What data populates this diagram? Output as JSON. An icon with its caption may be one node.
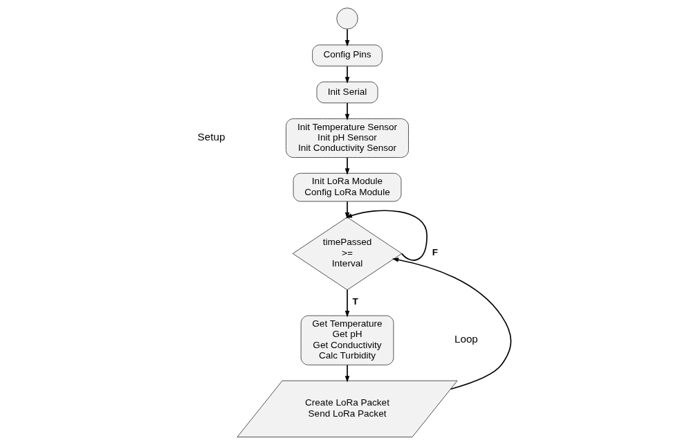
{
  "diagram": {
    "nodes": [
      {
        "text": [],
        "shape": "circle"
      },
      {
        "text": [
          "Config Pins"
        ]
      },
      {
        "text": [
          "Init Serial"
        ]
      },
      {
        "text": [
          "Init Temperature Sensor",
          "Init pH Sensor",
          "Init Conductivity Sensor"
        ]
      },
      {
        "text": [
          "Init LoRa Module",
          "Config LoRa Module"
        ]
      },
      {
        "text": [
          "timePassed >= Interval"
        ]
      },
      {
        "text": [
          "Get Temperature",
          "Get pH",
          "Get Conductivity",
          "Calc Turbidity"
        ]
      },
      {
        "text": [
          "Create LoRa Packet",
          "Send LoRa Packet"
        ]
      }
    ],
    "edges": [
      {
        "from": 0,
        "to": 1,
        "arrow": "to"
      },
      {
        "from": 1,
        "to": 2,
        "arrow": "to"
      },
      {
        "from": 2,
        "to": 3,
        "arrow": "to"
      },
      {
        "from": 3,
        "to": 4,
        "arrow": "to"
      },
      {
        "from": 4,
        "to": 5,
        "arrow": "to"
      },
      {
        "from": 5,
        "to": 5,
        "arrow": "to",
        "label": "F"
      },
      {
        "from": 5,
        "to": 6,
        "arrow": "to",
        "label": "T"
      },
      {
        "from": 6,
        "to": 7,
        "arrow": "to"
      },
      {
        "from": 7,
        "to": 5,
        "arrow": "to"
      }
    ],
    "labels": [
      "Setup",
      "Loop"
    ]
  }
}
